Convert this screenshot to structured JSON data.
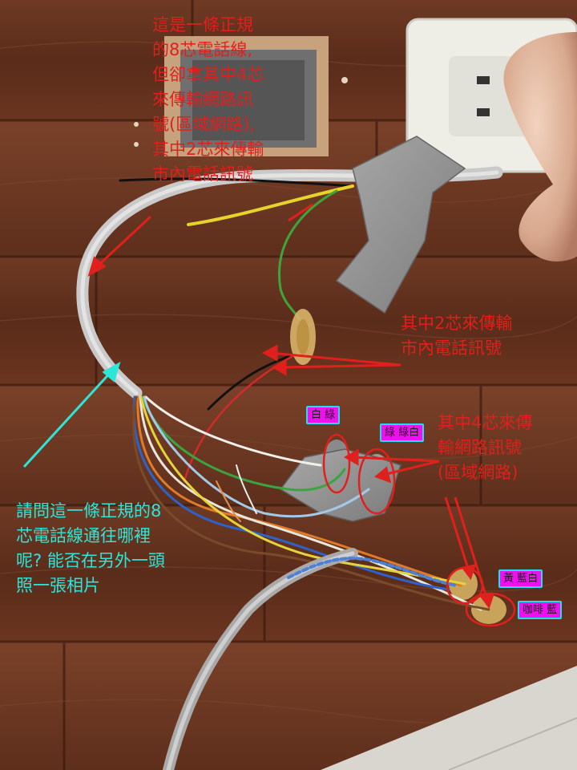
{
  "annotations": {
    "top_note": "這是一條正規\n的8芯電話線,\n但卻拿其中4芯\n來傳輸網路訊\n號(區域網路),\n其中2芯來傳輸\n市內電話訊號",
    "phone_note": "其中2芯來傳輸\n市內電話訊號",
    "network_note": "其中4芯來傳\n輸網路訊號\n(區域網路)",
    "question_note": "請問這一條正規的8\n芯電話線通往哪裡\n呢? 能否在另外一頭\n照一張相片"
  },
  "tags": {
    "white_green": "白 綠",
    "green_green_white": "綠 綠白",
    "yellow_blue_white": "黃 藍白",
    "brown_blue": "咖啡 藍"
  },
  "colors": {
    "annotation_red": "#e0201c",
    "annotation_cyan": "#2ee6d8",
    "tag_fill": "#ee10ee",
    "tag_border": "#22ddee"
  }
}
